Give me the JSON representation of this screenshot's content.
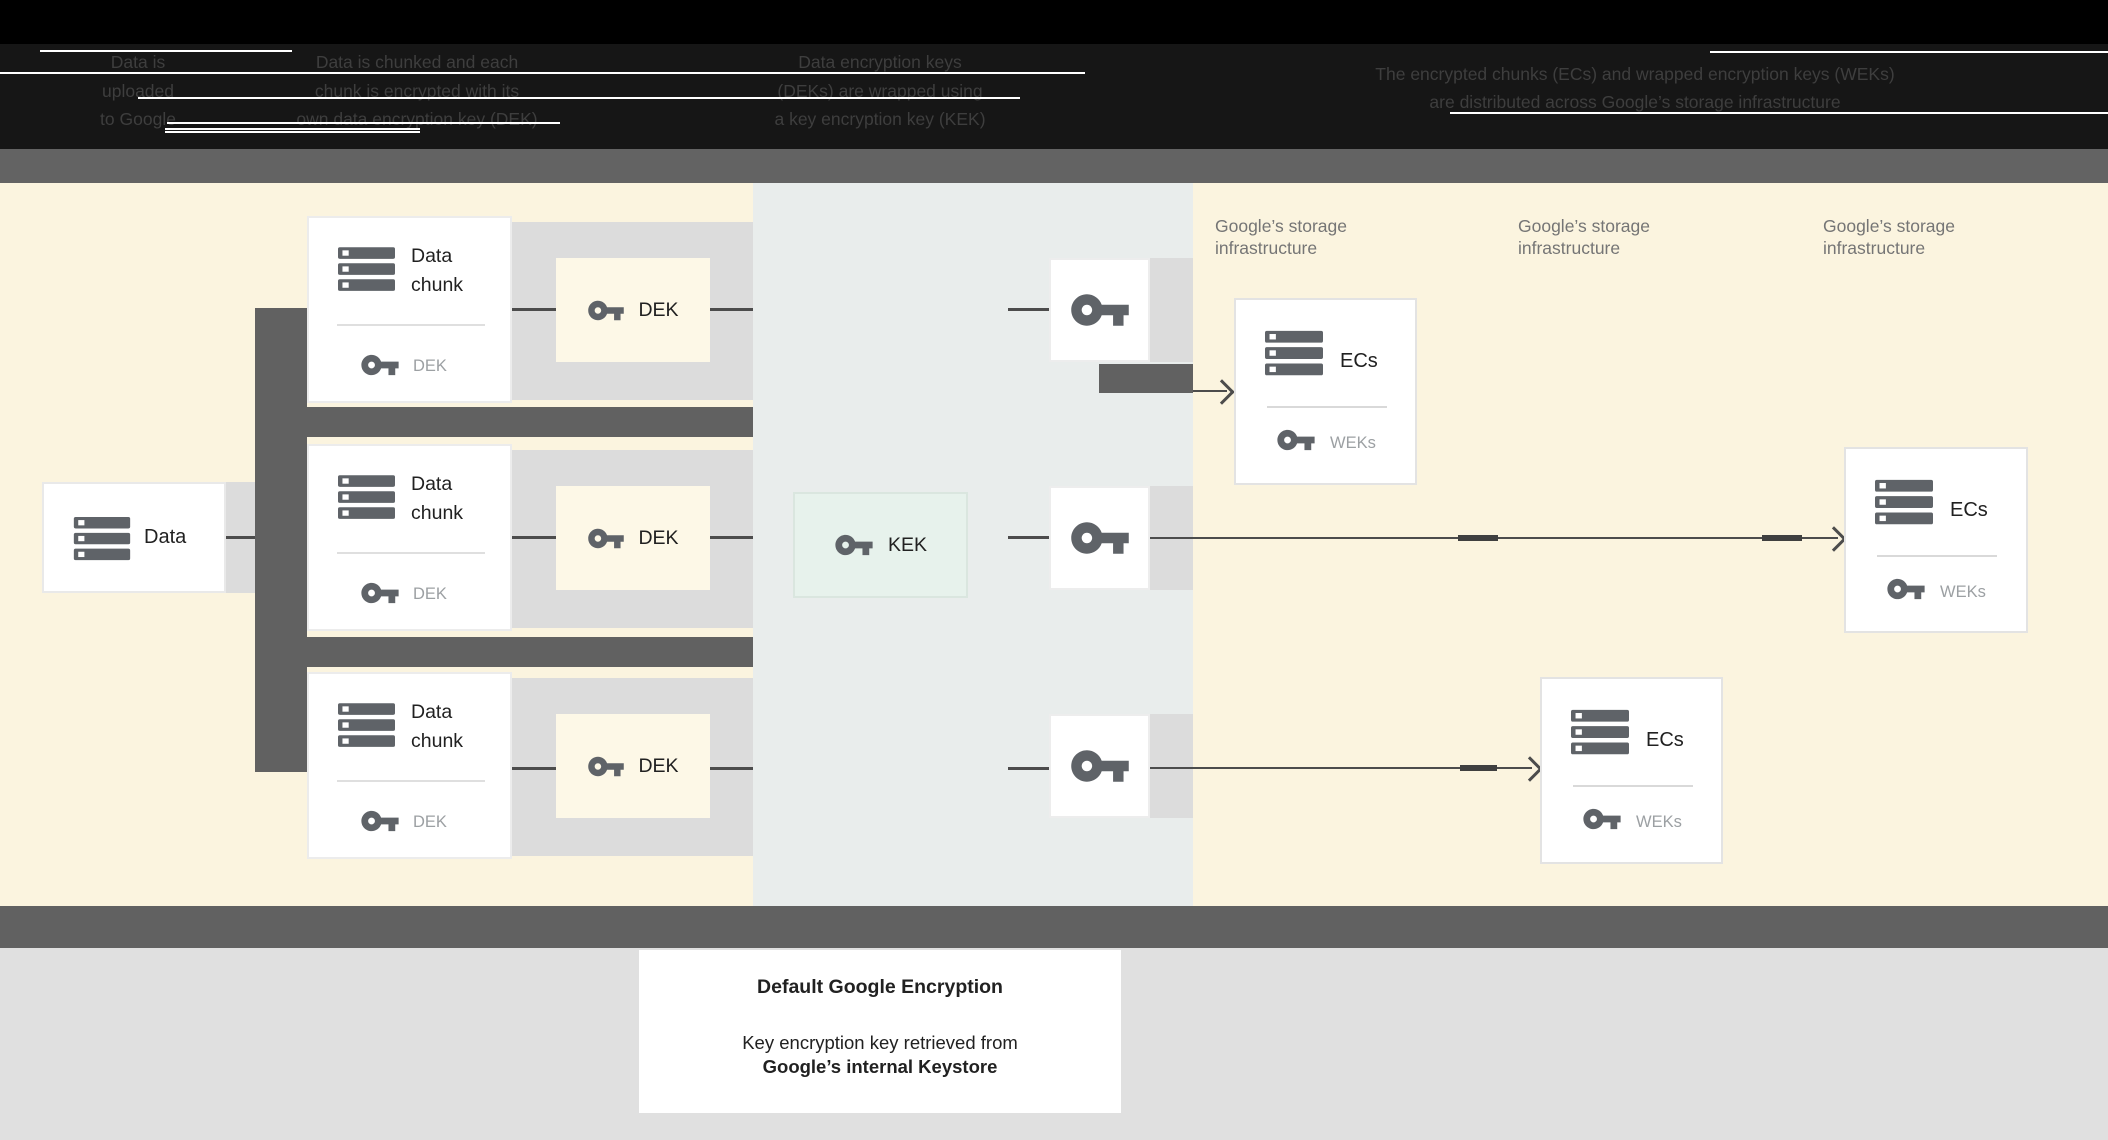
{
  "header": {
    "steps": [
      {
        "l1": "Data is",
        "l2": "uploaded",
        "l3": "to Google"
      },
      {
        "l1": "Data is chunked and each",
        "l2": "chunk is encrypted with its",
        "l3": "own data encryption key (DEK)"
      },
      {
        "l1": "Data encryption keys",
        "l2": "(DEKs) are wrapped using",
        "l3": "a key encryption key (KEK)"
      },
      {
        "l1": "The encrypted chunks (ECs) and wrapped encryption keys (WEKs)",
        "l2": "are distributed across Google’s storage infrastructure"
      }
    ]
  },
  "diagram": {
    "data_box": {
      "label": "Data"
    },
    "chunk_rows": [
      {
        "title_top": "Data",
        "title_bottom": "chunk",
        "key_ref": "DEK",
        "dek": "DEK"
      },
      {
        "title_top": "Data",
        "title_bottom": "chunk",
        "key_ref": "DEK",
        "dek": "DEK"
      },
      {
        "title_top": "Data",
        "title_bottom": "chunk",
        "key_ref": "DEK",
        "dek": "DEK"
      }
    ],
    "kek_box": {
      "label": "KEK"
    },
    "storage_labels": [
      {
        "l1": "Google’s storage",
        "l2": "infrastructure"
      },
      {
        "l1": "Google’s storage",
        "l2": "infrastructure"
      },
      {
        "l1": "Google’s storage",
        "l2": "infrastructure"
      }
    ],
    "ec_boxes": [
      {
        "label": "ECs",
        "keys_label": "WEKs"
      },
      {
        "label": "ECs",
        "keys_label": "WEKs"
      },
      {
        "label": "ECs",
        "keys_label": "WEKs"
      }
    ]
  },
  "footer": {
    "title": "Default Google Encryption",
    "line1": "Key encryption key retrieved from",
    "line2": "Google’s internal Keystore"
  },
  "colors": {
    "panel_yellow": "#FBF4DF",
    "panel_gray_green": "#E9EDEC",
    "row_gray": "#DCDCDC",
    "dark_gray": "#616161",
    "dek_chip_yellow": "#FDF8E7",
    "kek_green": "#E7F2EC",
    "connector_line": "#4C4C4C",
    "icon_gray": "#5F6368",
    "muted_label": "#9CA0A3",
    "storage_label": "#757575",
    "header_bg": "#161616",
    "footer_bg": "#E0E0E0"
  }
}
